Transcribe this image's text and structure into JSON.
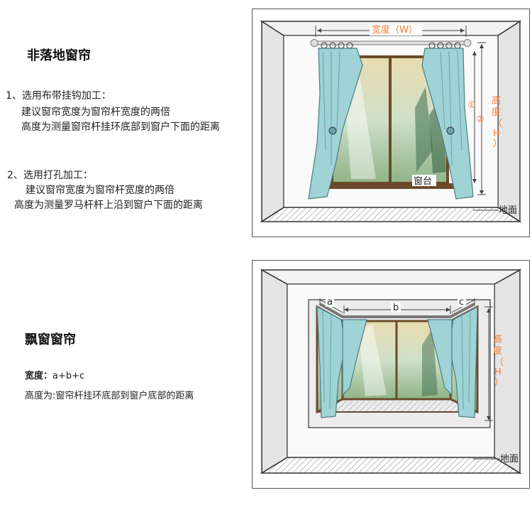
{
  "section1": {
    "title": "非落地窗帘",
    "items": [
      {
        "num": "1、选用布带挂钩加工：",
        "lines": [
          "建议窗帘宽度为窗帘杆宽度的两倍",
          "高度为测量窗帘杆挂环底部到窗户下面的距离"
        ]
      },
      {
        "num": "2、选用打孔加工：",
        "lines": [
          "建议窗帘宽度为窗帘杆宽度的两倍",
          "高度为测量罗马杆杆上沿到窗户下面的距离"
        ]
      }
    ],
    "diagram": {
      "width_label": "宽度（W）",
      "height_label_chars": [
        "高",
        "度",
        "（",
        "H",
        "）"
      ],
      "marker1": "①",
      "marker2": "②",
      "sill_label": "窗台",
      "floor_label": "地面"
    }
  },
  "section2": {
    "title": "飘窗窗帘",
    "width_key": "宽度：",
    "width_value": "a+b+c",
    "height_text": "高度为:窗帘杆挂环底部到窗户底部的距离",
    "diagram": {
      "a": "a",
      "b": "b",
      "c": "c",
      "height_label_chars": [
        "高",
        "度",
        "（",
        "H",
        "）"
      ],
      "floor_label": "地面"
    }
  },
  "colors": {
    "accent": "#f07f3a",
    "curtain": "#9fd3d6",
    "frame": "#6b4a2b",
    "wall": "#e4e4e4"
  }
}
